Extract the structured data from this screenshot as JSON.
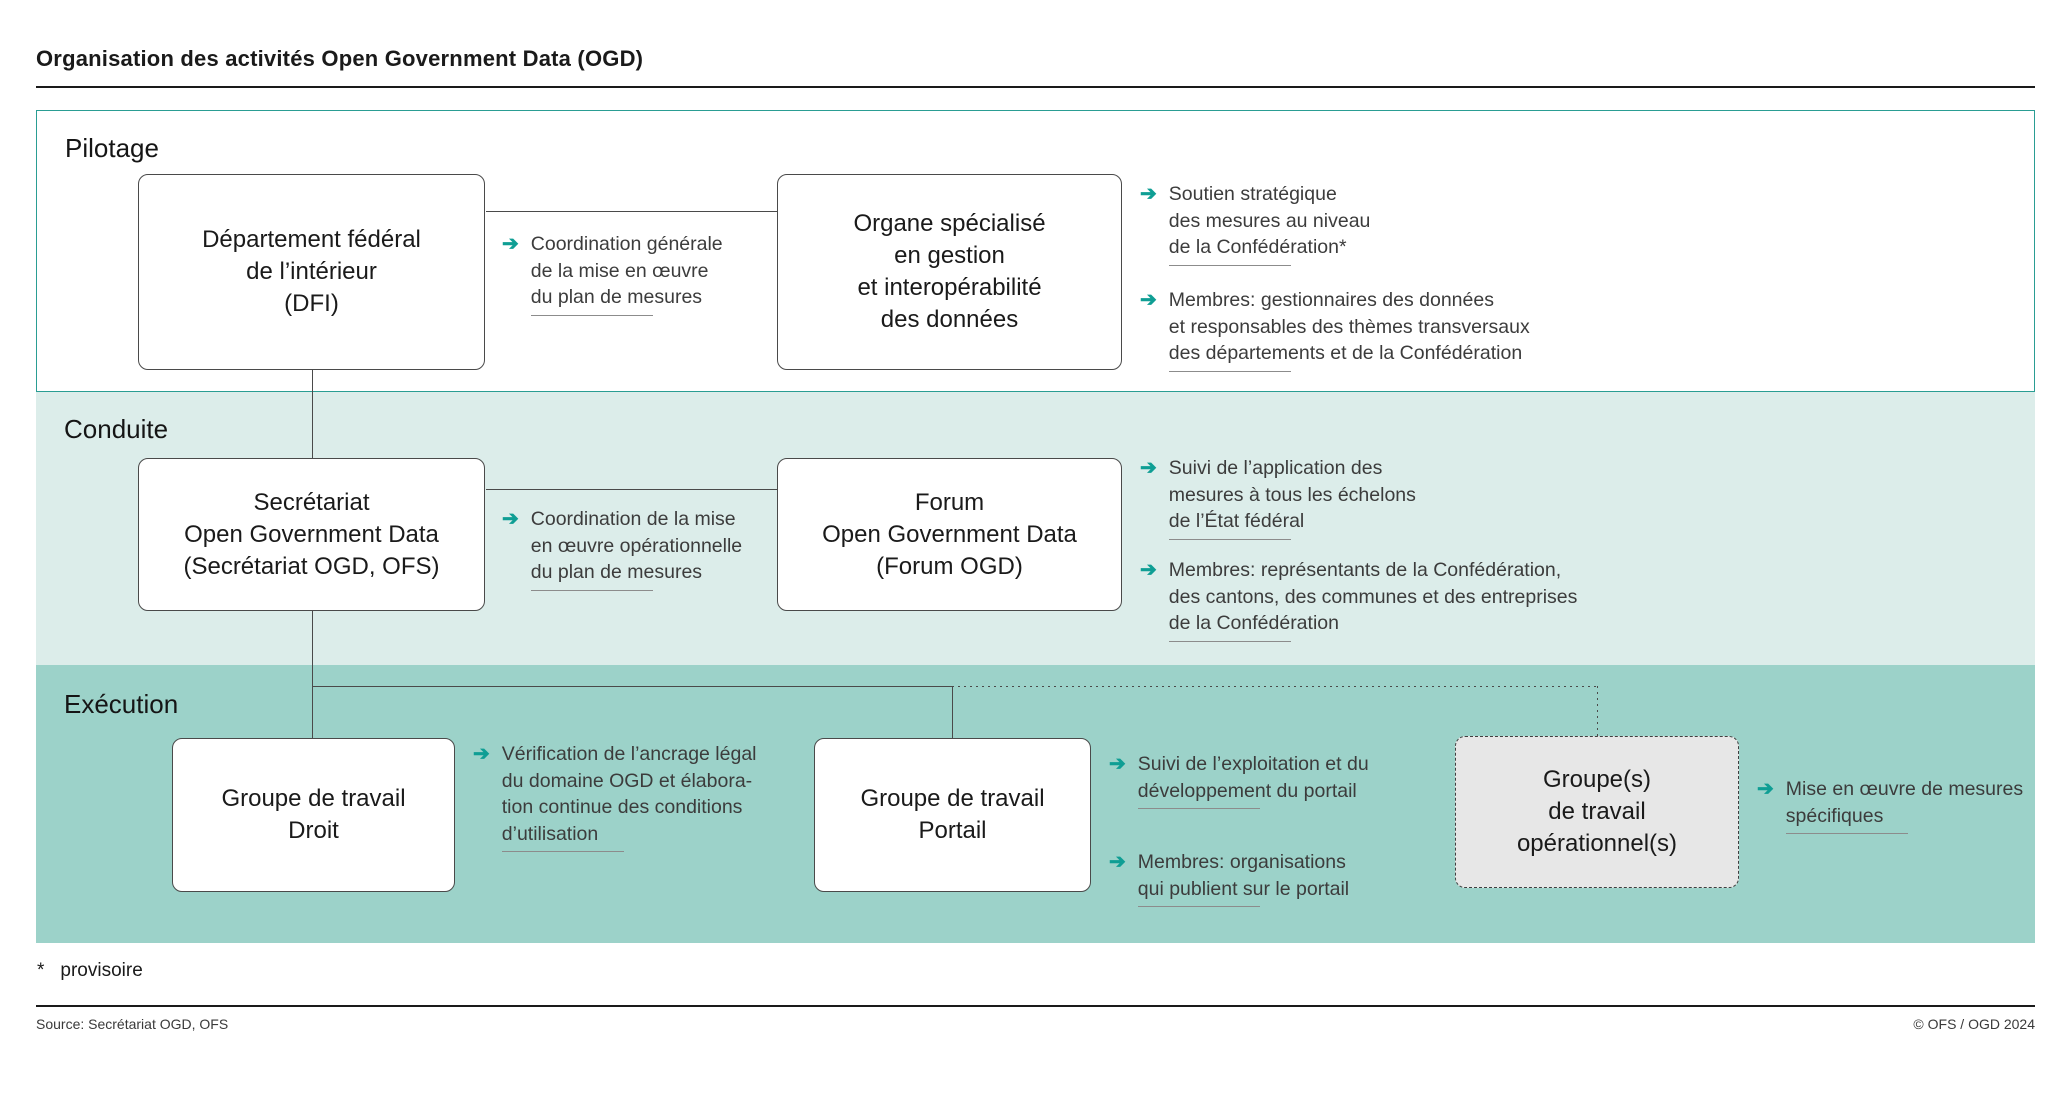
{
  "title": "Organisation des activités Open Government Data (OGD)",
  "icons": {
    "arrow": "➔"
  },
  "colors": {
    "accent_teal": "#0f9e94",
    "pilotage_border": "#2a9d93",
    "conduite_bg": "#dcedea",
    "execution_bg": "#9cd2c9",
    "operational_box_bg": "#e7e7e7"
  },
  "bands": {
    "pilotage": {
      "label": "Pilotage"
    },
    "conduite": {
      "label": "Conduite"
    },
    "execution": {
      "label": "Exécution"
    }
  },
  "boxes": {
    "dfi": {
      "lines": [
        "Département fédéral",
        "de l’intérieur",
        "(DFI)"
      ]
    },
    "organe": {
      "lines": [
        "Organe spécialisé",
        "en gestion",
        "et interopérabilité",
        "des données"
      ]
    },
    "secretariat": {
      "lines": [
        "Secrétariat",
        "Open Government Data",
        "(Secrétariat OGD, OFS)"
      ]
    },
    "forum": {
      "lines": [
        "Forum",
        "Open Government Data",
        "(Forum OGD)"
      ]
    },
    "droit": {
      "lines": [
        "Groupe de travail",
        "Droit"
      ]
    },
    "portail": {
      "lines": [
        "Groupe de travail",
        "Portail"
      ]
    },
    "operationnel": {
      "lines": [
        "Groupe(s)",
        "de travail",
        "opérationnel(s)"
      ]
    }
  },
  "annotations": {
    "dfi": {
      "lines": [
        "Coordination générale",
        "de la mise en œuvre",
        "du plan de mesures"
      ]
    },
    "organe_support": {
      "lines": [
        "Soutien stratégique",
        "des mesures au niveau",
        "de la Confédération*"
      ]
    },
    "organe_members": {
      "lines": [
        "Membres: gestionnaires des données",
        "et responsables des thèmes transversaux",
        "des départements et de la Confédération"
      ]
    },
    "secretariat": {
      "lines": [
        "Coordination de la mise",
        "en œuvre opérationnelle",
        "du plan de mesures"
      ]
    },
    "forum_suivi": {
      "lines": [
        "Suivi de l’application des",
        "mesures à tous les échelons",
        "de l’État fédéral"
      ]
    },
    "forum_members": {
      "lines": [
        "Membres: représentants de la Confédération,",
        "des cantons, des communes et des entreprises",
        "de la Confédération"
      ]
    },
    "droit": {
      "lines": [
        "Vérification de l’ancrage légal",
        "du domaine OGD et élabora-",
        "tion continue des conditions",
        "d’utilisation"
      ]
    },
    "portail_suivi": {
      "lines": [
        "Suivi de l’exploitation et du",
        "développement du portail"
      ]
    },
    "portail_members": {
      "lines": [
        "Membres: organisations",
        "qui publient sur le portail"
      ]
    },
    "operationnel": {
      "lines": [
        "Mise en œuvre de mesures",
        "spécifiques"
      ]
    }
  },
  "footnote": {
    "marker": "*",
    "text": "provisoire"
  },
  "footer": {
    "source": "Source: Secrétariat OGD, OFS",
    "copyright": "© OFS / OGD 2024"
  }
}
